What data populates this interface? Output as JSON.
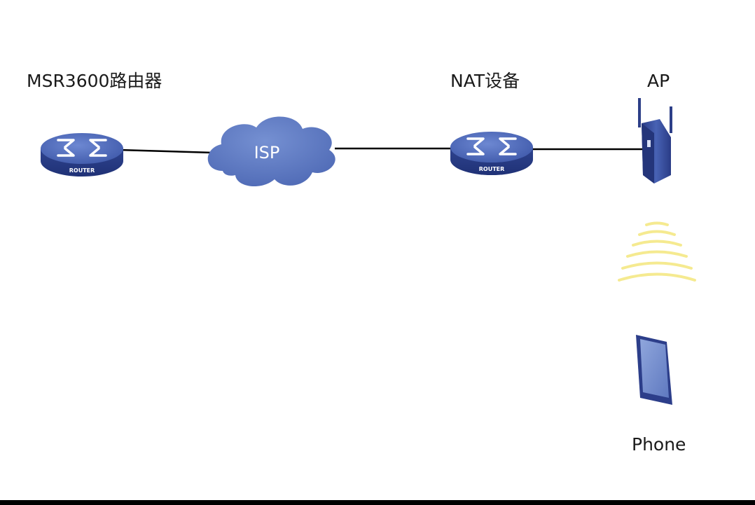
{
  "nodes": {
    "msr_router": {
      "label": "MSR3600路由器",
      "badge": "ROUTER"
    },
    "isp": {
      "label": "ISP"
    },
    "nat_device": {
      "label": "NAT设备",
      "badge": "ROUTER"
    },
    "ap": {
      "label": "AP"
    },
    "phone": {
      "label": "Phone"
    }
  },
  "colors": {
    "device_blue": "#3d57a8",
    "device_top": "#5a78c8",
    "cloud": "#5a78c4",
    "wifi": "#f5ea90",
    "link": "#000000"
  }
}
